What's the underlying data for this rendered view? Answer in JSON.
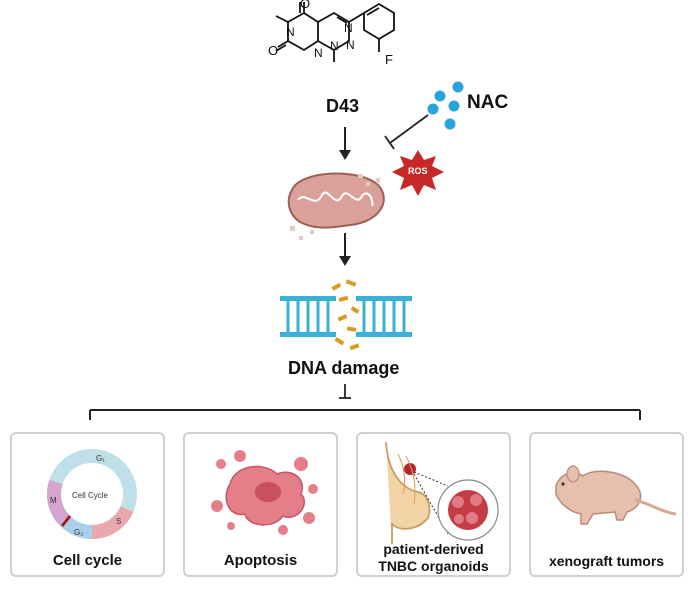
{
  "diagram": {
    "compound_label": "D43",
    "inhibitor_label": "NAC",
    "ros_label": "ROS",
    "fluorine_label": "F",
    "dna_label": "DNA damage",
    "cell_cycle_inner": "Cell Cycle",
    "phases": {
      "g1": "G₁",
      "s": "S",
      "g2": "G₂",
      "m": "M"
    },
    "cards": [
      {
        "title": "Cell cycle"
      },
      {
        "title": "Apoptosis"
      },
      {
        "title": "patient-derived TNBC organoids",
        "line1": "patient-derived",
        "line2": "TNBC organoids"
      },
      {
        "title": "xenograft tumors"
      }
    ],
    "colors": {
      "mito": "#d9a19a",
      "ros": "#c62828",
      "nac": "#29a3dc",
      "dna": "#3ab1d6",
      "damage": "#d99a1e",
      "apoptosis": "#e47f8a"
    }
  }
}
